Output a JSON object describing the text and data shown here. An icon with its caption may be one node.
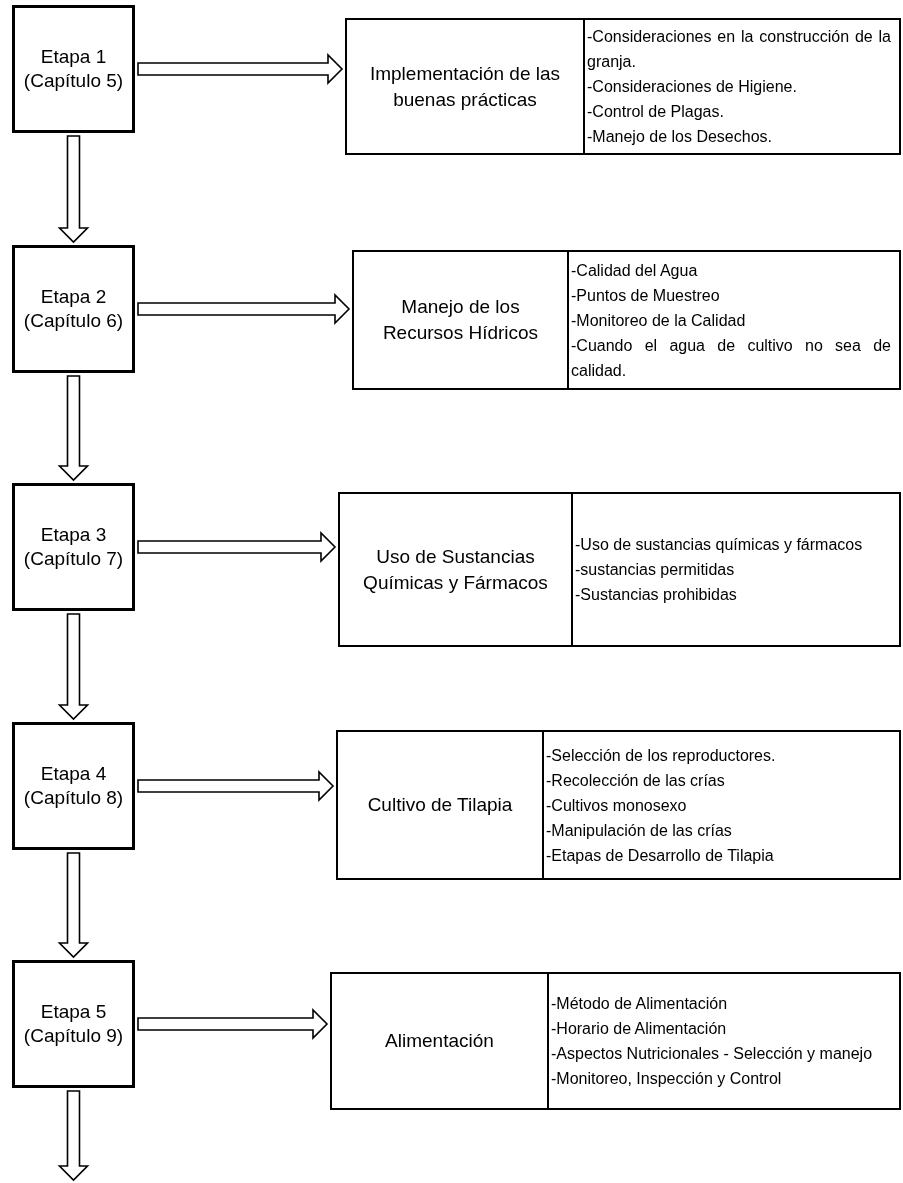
{
  "diagram": {
    "nodes": [
      {
        "text": [
          "Etapa 1 (Capítulo 5)"
        ]
      },
      {
        "text": [
          "Implementación de las buenas prácticas",
          "-Consideraciones en la construcción de la granja.",
          "-Consideraciones de Higiene.",
          "-Control de Plagas.",
          "-Manejo de los Desechos."
        ]
      },
      {
        "text": [
          "Etapa 2 (Capítulo 6)"
        ]
      },
      {
        "text": [
          "Manejo de los Recursos Hídricos",
          "-Calidad del Agua",
          "-Puntos de Muestreo",
          "-Monitoreo de la Calidad",
          "-Cuando el agua de cultivo no sea de calidad."
        ]
      },
      {
        "text": [
          "Etapa 3 (Capítulo 7)"
        ]
      },
      {
        "text": [
          "Uso de Sustancias Químicas y Fármacos",
          "-Uso de sustancias químicas y fármacos",
          "-sustancias permitidas",
          "-Sustancias prohibidas"
        ]
      },
      {
        "text": [
          "Etapa 4 (Capítulo 8)"
        ]
      },
      {
        "text": [
          "Cultivo de Tilapia",
          "-Selección de los reproductores.",
          "-Recolección de las crías",
          "-Cultivos monosexo",
          "-Manipulación de las crías",
          "-Etapas de Desarrollo de Tilapia"
        ]
      },
      {
        "text": [
          "Etapa 5 (Capítulo 9)"
        ]
      },
      {
        "text": [
          "Alimentación",
          "-Método de Alimentación",
          "-Horario de Alimentación",
          "-Aspectos Nutricionales - Selección y manejo",
          "-Monitoreo, Inspección y Control"
        ]
      }
    ],
    "edges": [
      {
        "from": 0,
        "to": 1,
        "arrow": "to"
      },
      {
        "from": 0,
        "to": 2,
        "arrow": "to"
      },
      {
        "from": 2,
        "to": 3,
        "arrow": "to"
      },
      {
        "from": 2,
        "to": 4,
        "arrow": "to"
      },
      {
        "from": 4,
        "to": 5,
        "arrow": "to"
      },
      {
        "from": 4,
        "to": 6,
        "arrow": "to"
      },
      {
        "from": 6,
        "to": 7,
        "arrow": "to"
      },
      {
        "from": 6,
        "to": 8,
        "arrow": "to"
      },
      {
        "from": 8,
        "to": 9,
        "arrow": "to"
      },
      {
        "from": 8,
        "to": null,
        "arrow": "to"
      }
    ]
  }
}
